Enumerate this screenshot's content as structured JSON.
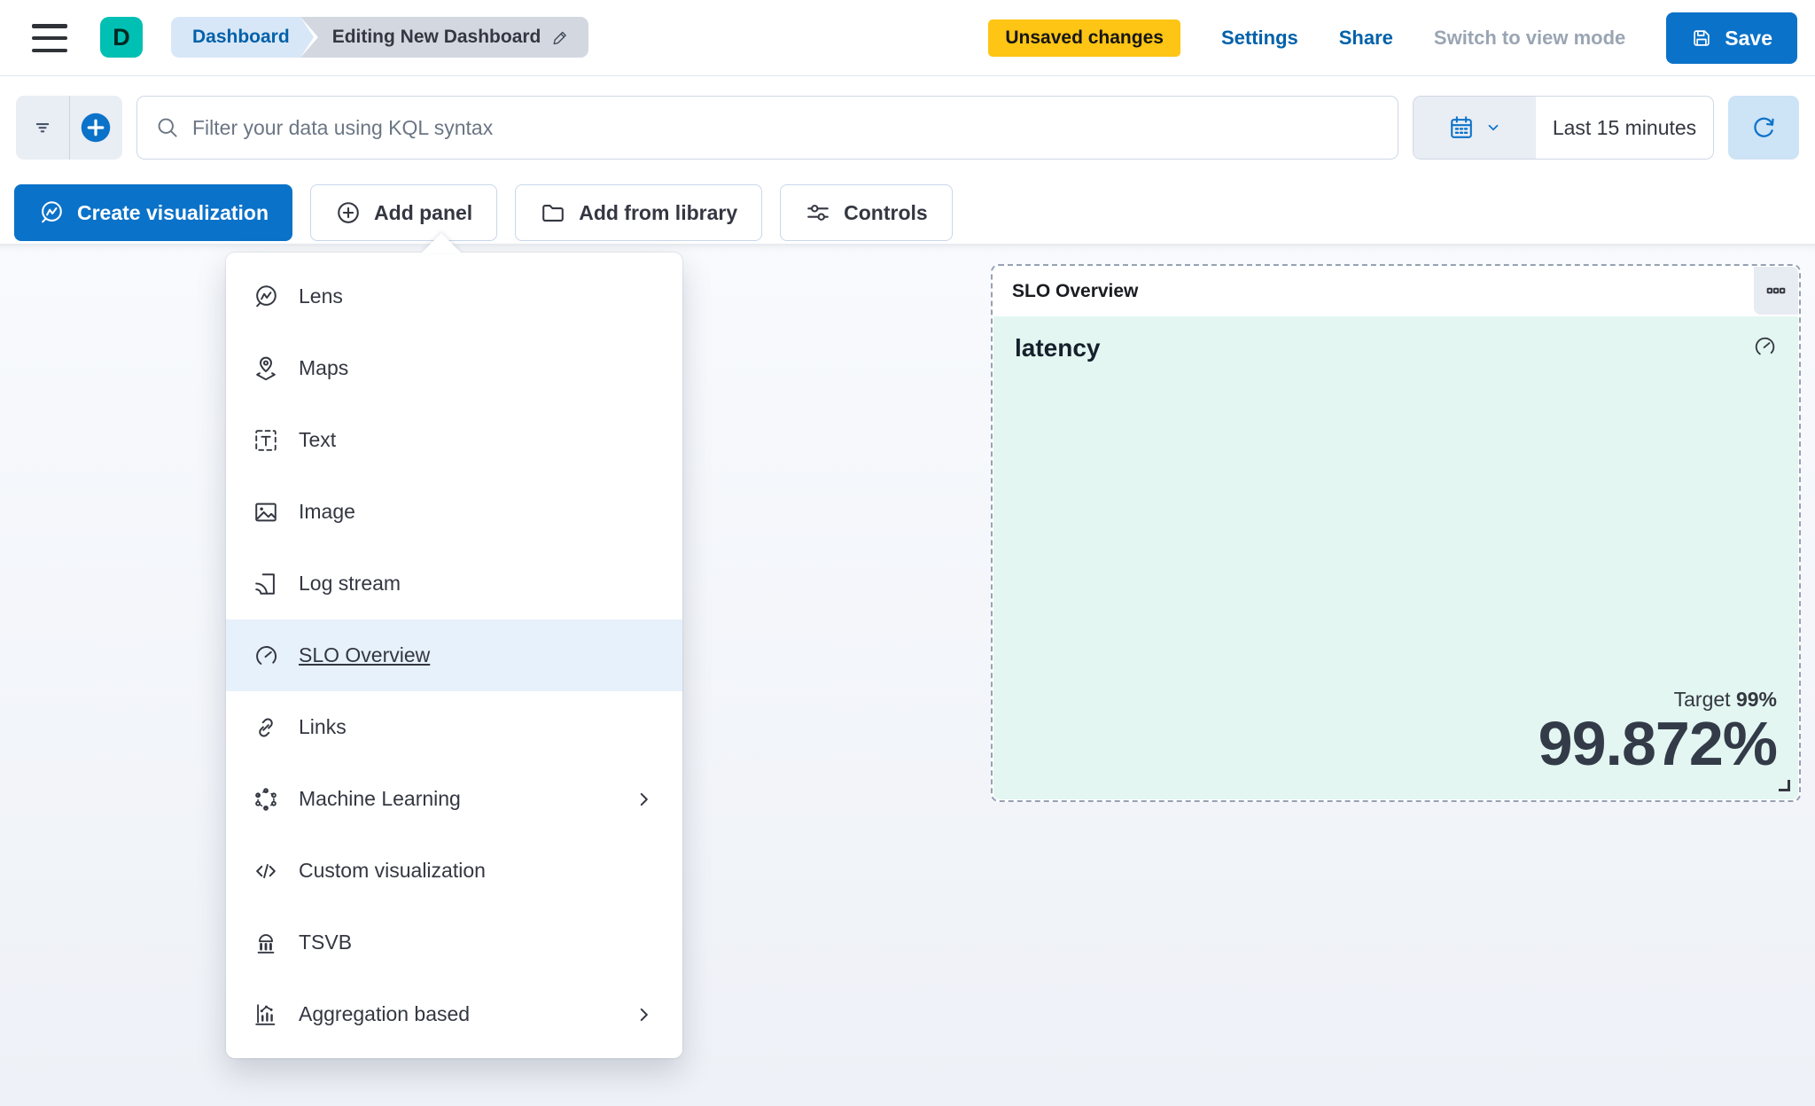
{
  "header": {
    "logo_letter": "D",
    "breadcrumbs": [
      {
        "label": "Dashboard"
      },
      {
        "label": "Editing New Dashboard",
        "icon": "pencil-icon"
      }
    ],
    "unsaved_changes_label": "Unsaved changes",
    "settings_label": "Settings",
    "share_label": "Share",
    "switch_to_view_mode_label": "Switch to view mode",
    "save_label": "Save",
    "save_icon": "save-icon",
    "menu_icon": "hamburger-icon"
  },
  "search": {
    "placeholder": "Filter your data using KQL syntax",
    "search_icon": "search-icon",
    "filter_icon": "filter-icon",
    "add_filter_icon": "plus-circle-filled-icon",
    "calendar_icon": "calendar-icon",
    "time_range": "Last 15 minutes",
    "refresh_icon": "refresh-icon"
  },
  "toolbar": {
    "create_visualization_label": "Create visualization",
    "create_visualization_icon": "lens-icon",
    "add_panel_label": "Add panel",
    "add_panel_icon": "plus-circle-icon",
    "add_from_library_label": "Add from library",
    "add_from_library_icon": "folder-icon",
    "controls_label": "Controls",
    "controls_icon": "sliders-icon"
  },
  "menu": {
    "items": [
      {
        "label": "Lens",
        "icon": "lens-icon",
        "selected": false,
        "has_submenu": false
      },
      {
        "label": "Maps",
        "icon": "maps-icon",
        "selected": false,
        "has_submenu": false
      },
      {
        "label": "Text",
        "icon": "text-icon",
        "selected": false,
        "has_submenu": false
      },
      {
        "label": "Image",
        "icon": "image-icon",
        "selected": false,
        "has_submenu": false
      },
      {
        "label": "Log stream",
        "icon": "log-stream-icon",
        "selected": false,
        "has_submenu": false
      },
      {
        "label": "SLO Overview",
        "icon": "gauge-icon",
        "selected": true,
        "has_submenu": false
      },
      {
        "label": "Links",
        "icon": "links-icon",
        "selected": false,
        "has_submenu": false
      },
      {
        "label": "Machine Learning",
        "icon": "machine-learning-icon",
        "selected": false,
        "has_submenu": true
      },
      {
        "label": "Custom visualization",
        "icon": "code-icon",
        "selected": false,
        "has_submenu": false
      },
      {
        "label": "TSVB",
        "icon": "tsvb-icon",
        "selected": false,
        "has_submenu": false
      },
      {
        "label": "Aggregation based",
        "icon": "aggregation-icon",
        "selected": false,
        "has_submenu": true
      }
    ]
  },
  "panel": {
    "title": "SLO Overview",
    "options_icon": "boxes-horizontal-icon",
    "slo_name": "latency",
    "gauge_icon": "gauge-icon",
    "target_label": "Target",
    "target_value": "99%",
    "value": "99.872%"
  },
  "colors": {
    "primary_blue": "#0b72c9",
    "link_blue": "#0061a9",
    "logo_teal": "#00bfb3",
    "warning_badge_yellow": "#fec514",
    "panel_tint_mint": "#e3f6f1",
    "menu_highlight_blue": "#e7f1fb",
    "text_dark": "#343741"
  }
}
